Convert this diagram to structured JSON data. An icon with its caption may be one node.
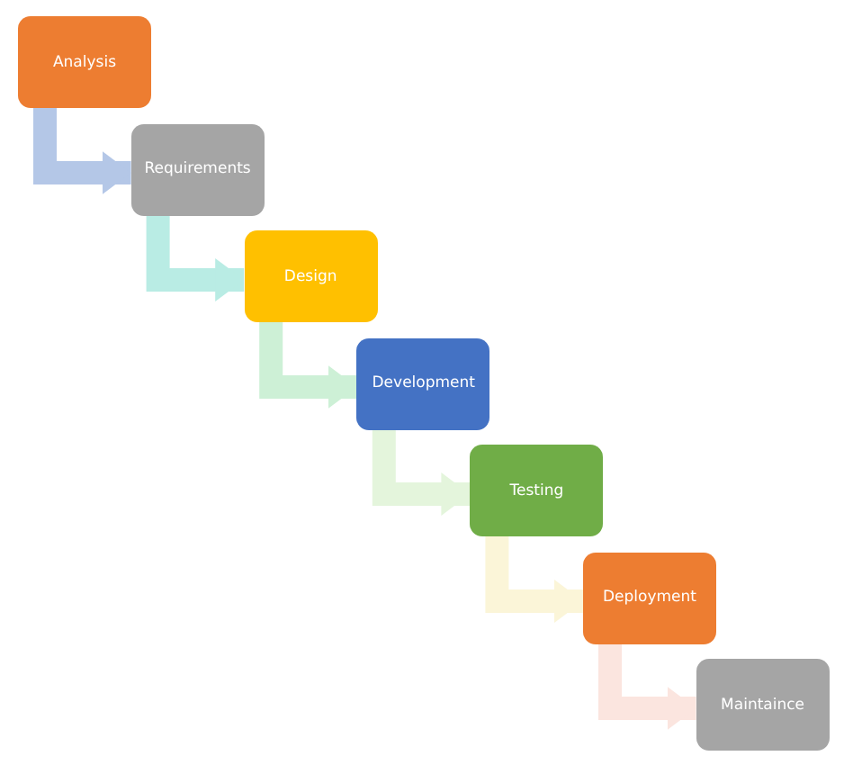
{
  "diagram": {
    "nodes": [
      {
        "text": [
          "Analysis"
        ]
      },
      {
        "text": [
          "Requirements"
        ]
      },
      {
        "text": [
          "Design"
        ]
      },
      {
        "text": [
          "Development"
        ]
      },
      {
        "text": [
          "Testing"
        ]
      },
      {
        "text": [
          "Deployment"
        ]
      },
      {
        "text": [
          "Maintaince"
        ]
      }
    ],
    "edges": [
      {
        "from": 0,
        "to": 1,
        "arrow": "to",
        "color": "#b4c7e7"
      },
      {
        "from": 1,
        "to": 2,
        "arrow": "to",
        "color": "#b9ece4"
      },
      {
        "from": 2,
        "to": 3,
        "arrow": "to",
        "color": "#cdf0d6"
      },
      {
        "from": 3,
        "to": 4,
        "arrow": "to",
        "color": "#e4f5dc"
      },
      {
        "from": 4,
        "to": 5,
        "arrow": "to",
        "color": "#fbf5d8"
      },
      {
        "from": 5,
        "to": 6,
        "arrow": "to",
        "color": "#fbe5df"
      }
    ]
  }
}
